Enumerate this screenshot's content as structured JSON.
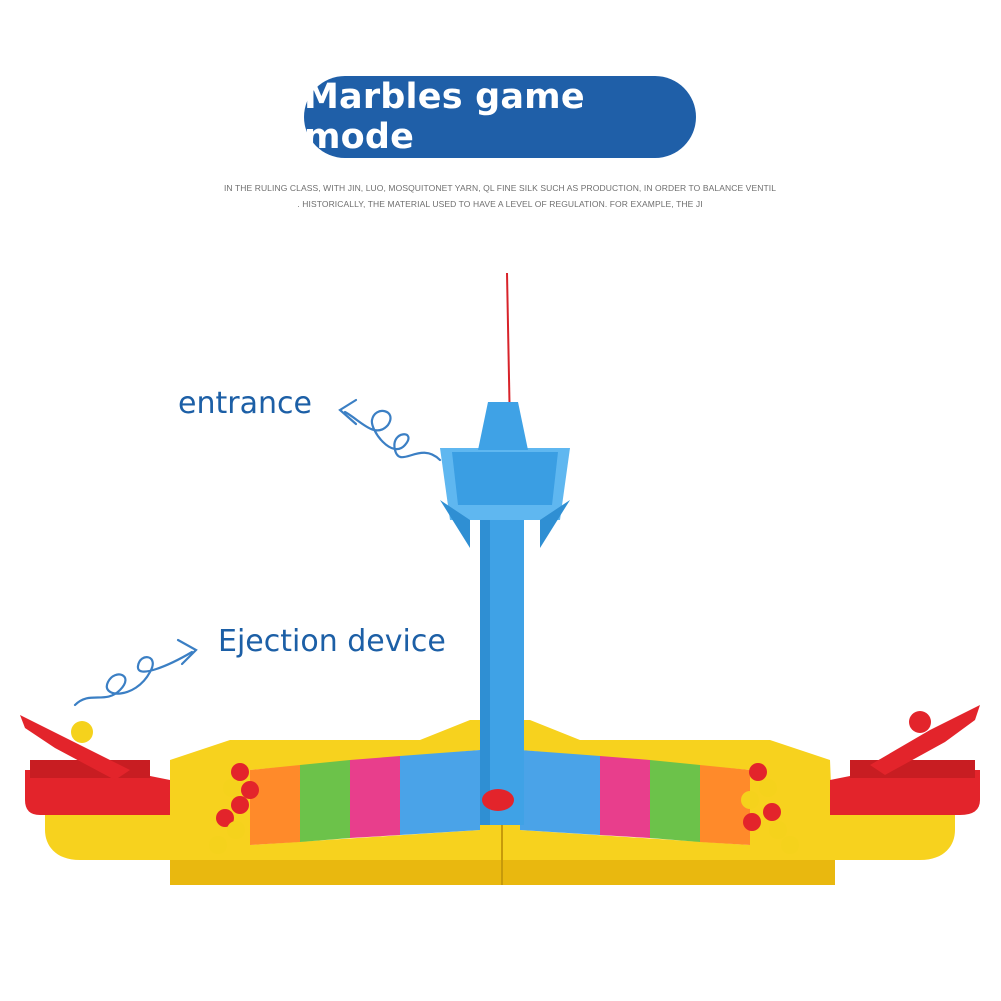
{
  "header": {
    "title": "Marbles game mode",
    "subtitle_line1": "IN THE RULING CLASS, WITH JIN, LUO, MOSQUITONET YARN, QL FINE SILK SUCH AS PRODUCTION, IN ORDER TO BALANCE VENTIL",
    "subtitle_line2": ". HISTORICALLY, THE MATERIAL USED TO HAVE A LEVEL OF REGULATION. FOR EXAMPLE, THE JI"
  },
  "callouts": {
    "entrance": "entrance",
    "ejection": "Ejection device"
  },
  "colors": {
    "title_bg": "#1f5fa8",
    "label_text": "#1c5fa6",
    "tower_blue": "#3fa2e6",
    "board_yellow": "#f7d21e",
    "launcher_red": "#e3242b"
  }
}
